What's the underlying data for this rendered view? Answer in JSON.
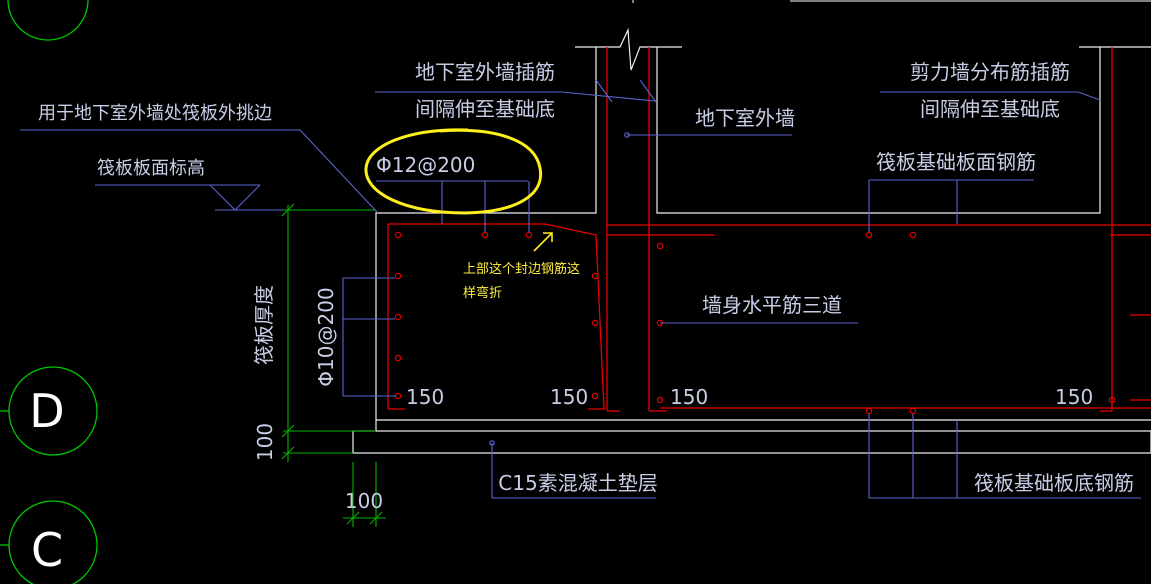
{
  "colors": {
    "background": "#000000",
    "leader_line": "#5a64d2",
    "text": "#c8cde6",
    "rebar": "#e60000",
    "concrete_outline": "#f0f0f0",
    "dimension": "#00b400",
    "axis_circle": "#00c800",
    "highlight": "#ffef1a",
    "note_text": "#ffef40"
  },
  "labels": {
    "basement_wall_dowel": "地下室外墙插筋",
    "interval_to_base_left": "间隔伸至基础底",
    "raft_edge_note": "用于地下室外墙处筏板外挑边",
    "raft_top_elevation": "筏板板面标高",
    "edge_bar_spec": "Φ12@200",
    "basement_exterior_wall": "地下室外墙",
    "shear_wall_dowel": "剪力墙分布筋插筋",
    "interval_to_base_right": "间隔伸至基础底",
    "raft_top_rebar": "筏板基础板面钢筋",
    "wall_horizontal_bars": "墙身水平筋三道",
    "raft_thickness": "筏板厚度",
    "side_bar_spec": "Φ10@200",
    "cover_1": "150",
    "cover_2": "150",
    "cover_3": "150",
    "cover_4": "150",
    "dim_100_vertical": "100",
    "dim_100_horizontal": "100",
    "blinding_layer": "C15素混凝土垫层",
    "raft_bottom_rebar": "筏板基础板底钢筋",
    "axis_d": "D",
    "axis_c": "C"
  },
  "annotation": {
    "note_line1": "上部这个封边钢筋这",
    "note_line2": "样弯折"
  }
}
